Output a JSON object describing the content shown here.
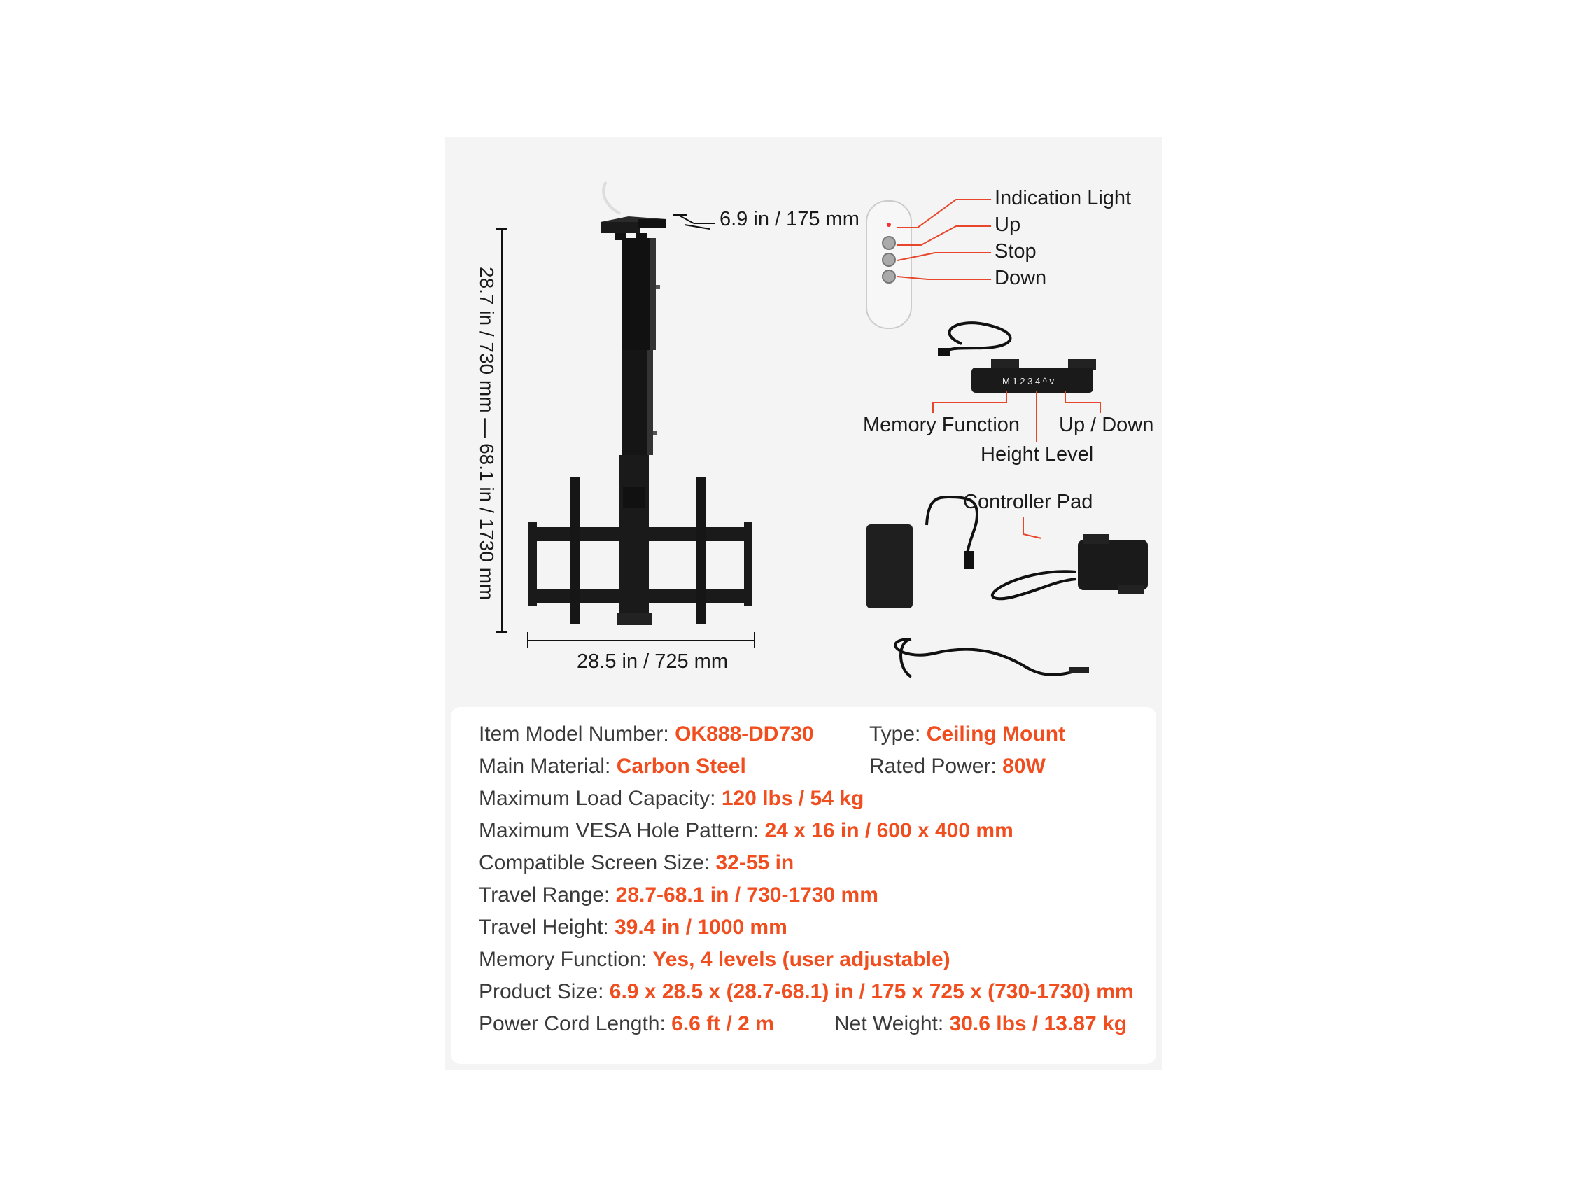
{
  "diagram": {
    "top_dim": "6.9 in / 175 mm",
    "height_dim": "28.7 in / 730 mm — 68.1 in / 1730 mm",
    "width_dim": "28.5 in / 725 mm",
    "remote_labels": [
      "Indication Light",
      "Up",
      "Stop",
      "Down"
    ],
    "keypad_labels": {
      "memory": "Memory Function",
      "updown": "Up / Down",
      "height": "Height Level",
      "keys": "M 1 2 3 4 ^ v"
    },
    "controller_label": "Controller Pad"
  },
  "specs": {
    "model": {
      "label": "Item Model Number: ",
      "value": "OK888-DD730"
    },
    "type": {
      "label": "Type: ",
      "value": "Ceiling Mount"
    },
    "material": {
      "label": "Main Material: ",
      "value": "Carbon Steel"
    },
    "power": {
      "label": "Rated Power: ",
      "value": "80W"
    },
    "load": {
      "label": "Maximum Load Capacity: ",
      "value": "120 lbs / 54 kg"
    },
    "vesa": {
      "label": "Maximum VESA Hole Pattern: ",
      "value": "24 x 16 in / 600 x 400 mm"
    },
    "screen": {
      "label": "Compatible Screen Size: ",
      "value": "32-55 in"
    },
    "travel_range": {
      "label": "Travel Range: ",
      "value": "28.7-68.1 in / 730-1730 mm"
    },
    "travel_height": {
      "label": "Travel Height: ",
      "value": "39.4 in / 1000 mm"
    },
    "memory": {
      "label": "Memory Function: ",
      "value": "Yes, 4 levels (user adjustable)"
    },
    "size": {
      "label": "Product Size: ",
      "value": "6.9 x 28.5 x (28.7-68.1) in / 175 x 725 x (730-1730) mm"
    },
    "cord": {
      "label": "Power Cord Length: ",
      "value": "6.6 ft / 2 m"
    },
    "weight": {
      "label": "Net Weight: ",
      "value": "30.6 lbs / 13.87 kg"
    }
  },
  "colors": {
    "accent": "#f04e1f",
    "card": "#f4f4f4",
    "text": "#333333"
  }
}
